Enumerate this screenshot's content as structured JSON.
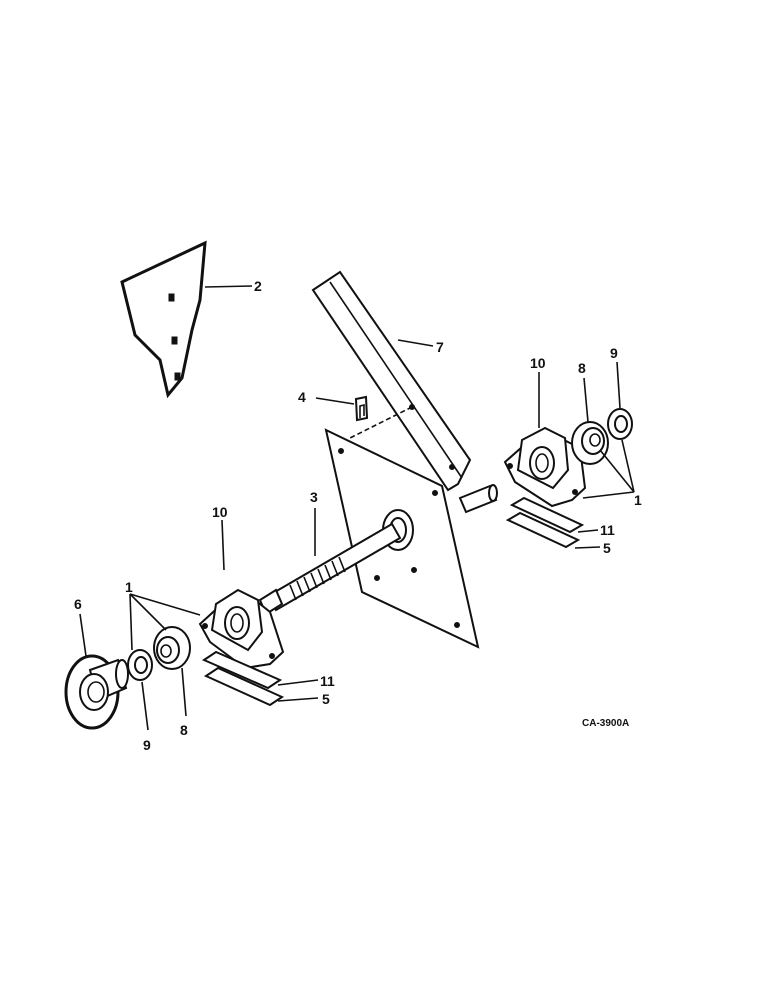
{
  "labels": {
    "l1a": "1",
    "l1b": "1",
    "l2": "2",
    "l3": "3",
    "l4": "4",
    "l5a": "5",
    "l5b": "5",
    "l6": "6",
    "l7": "7",
    "l8a": "8",
    "l8b": "8",
    "l9a": "9",
    "l9b": "9",
    "l10a": "10",
    "l10b": "10",
    "l11a": "11",
    "l11b": "11"
  },
  "figure_code": "CA-3900A"
}
